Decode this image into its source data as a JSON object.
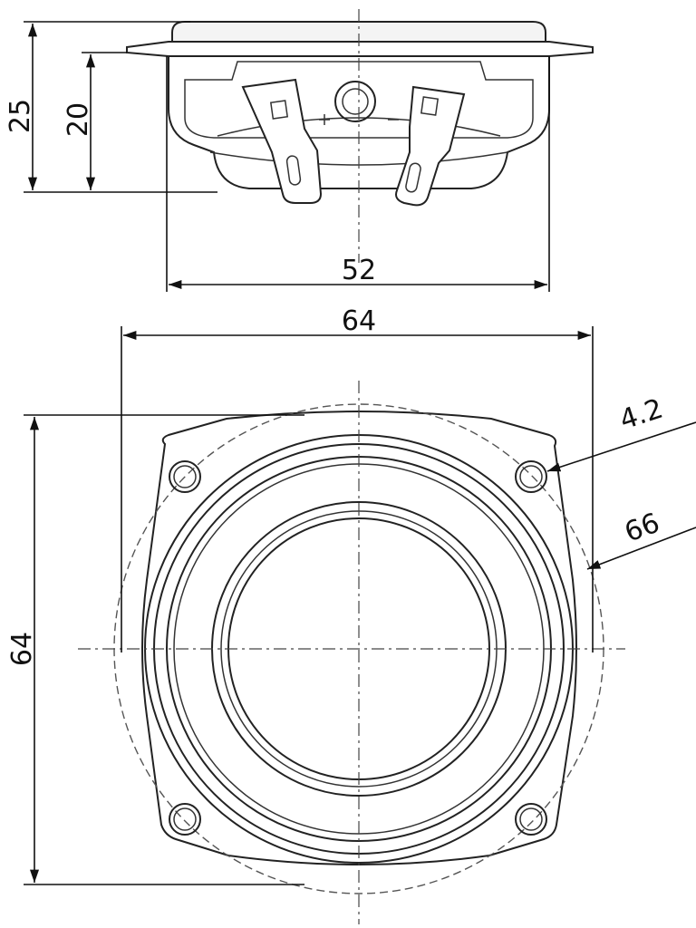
{
  "dimensions": {
    "side_height_total": "25",
    "side_height_body": "20",
    "side_width": "52",
    "front_width": "64",
    "front_height": "64",
    "hole_diameter": "4.2",
    "outer_diameter": "66"
  }
}
